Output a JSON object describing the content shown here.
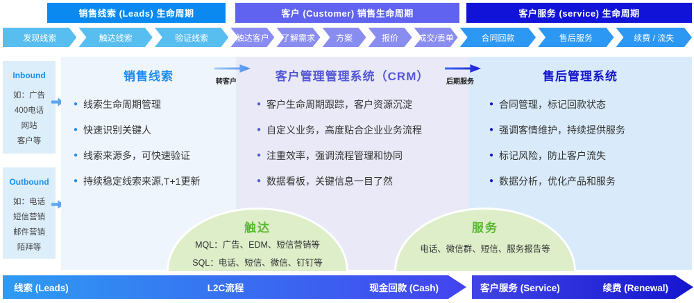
{
  "header": {
    "segments": [
      {
        "label": "销售线索 (Leads) 生命周期",
        "color": "#0a8af0"
      },
      {
        "label": "客户 (Customer) 销售生命周期",
        "color": "#6063f0"
      },
      {
        "label": "客户服务 (service) 生命周期",
        "color": "#1113d8"
      }
    ]
  },
  "stages": [
    "发现线索",
    "触达线索",
    "验证线索",
    "触达客户",
    "了解需求",
    "方案",
    "报价",
    "成交/丢单",
    "合同回款",
    "售后服务",
    "续费 / 流失"
  ],
  "sidebar": {
    "inbound": {
      "title": "Inbound",
      "lines": [
        "如：广告",
        "400电话",
        "网站",
        "客户等"
      ]
    },
    "outbound": {
      "title": "Outbound",
      "lines": [
        "如：电话",
        "短信营销",
        "邮件营销",
        "陌拜等"
      ]
    }
  },
  "columns": [
    {
      "title": "销售线索",
      "accent": "#1b8df2",
      "bullets": [
        "线索生命周期管理",
        "快速识别关键人",
        "线索来源多，可快速验证",
        "持续稳定线索来源,T+1更新"
      ]
    },
    {
      "title": "客户管理管理系统（CRM）",
      "accent": "#5457d6",
      "bullets": [
        "客户生命周期跟踪，客户资源沉淀",
        "自定义业务，高度贴合企业业务流程",
        "注重效率，强调流程管理和协同",
        "数据看板，关键信息一目了然"
      ]
    },
    {
      "title": "售后管理系统",
      "accent": "#1515cc",
      "bullets": [
        "合同管理，标记回款状态",
        "强调客情维护，持续提供服务",
        "标记风险，防止客户流失",
        "数据分析，优化产品和服务"
      ]
    }
  ],
  "transitions": [
    {
      "label": "转客户"
    },
    {
      "label": "后期服务"
    }
  ],
  "circles": [
    {
      "title": "触达",
      "lines": [
        "MQL：广告、EDM、短信营销等",
        "SQL：电话、短信、微信、钉钉等"
      ]
    },
    {
      "title": "服务",
      "lines": [
        "电话、微信群、短信、服务报告等"
      ]
    }
  ],
  "bottom": {
    "arrow1": {
      "left": "线索 (Leads)",
      "center": "L2C流程",
      "right": "现金回款 (Cash)"
    },
    "arrow2": {
      "left": "客户服务 (Service)",
      "right": "续费 (Renewal)"
    }
  },
  "colors": {
    "leads_header": "#0a8af0",
    "customer_header": "#6063f0",
    "service_header": "#1113d8",
    "stage_group1": "#58bef0",
    "stage_group2": "#8a8df0",
    "stage_group3": "#2d97f4",
    "circle_green": "#5cb832",
    "circle_bg": "#ddeec9"
  }
}
